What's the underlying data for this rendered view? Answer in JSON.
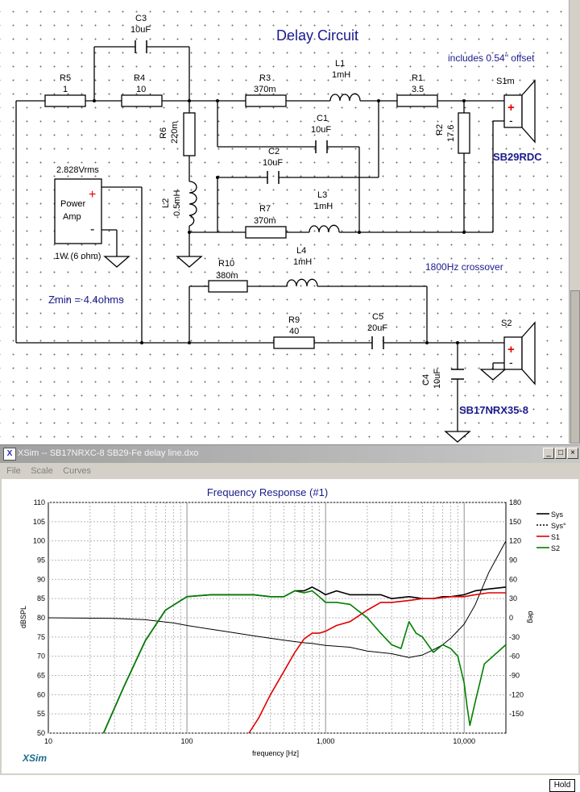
{
  "schematic": {
    "title": "Delay Circuit",
    "offset_note": "includes 0.54\" offset",
    "crossover_note": "1800Hz crossover",
    "zmin": "Zmin = 4.4ohms",
    "amp": {
      "voltage": "2.828Vrms",
      "line1": "Power",
      "line2": "Amp",
      "plus": "+",
      "minus": "-",
      "power": "1W (6 ohm)"
    },
    "components": {
      "R5": {
        "name": "R5",
        "value": "1"
      },
      "R4": {
        "name": "R4",
        "value": "10"
      },
      "C3": {
        "name": "C3",
        "value": "10uF"
      },
      "R6": {
        "name": "R6",
        "value": "220m"
      },
      "L2": {
        "name": "L2",
        "value": "0.5mH"
      },
      "R3": {
        "name": "R3",
        "value": "370m"
      },
      "L1": {
        "name": "L1",
        "value": "1mH"
      },
      "R1": {
        "name": "R1",
        "value": "3.5"
      },
      "C1": {
        "name": "C1",
        "value": "10uF"
      },
      "C2": {
        "name": "C2",
        "value": "10uF"
      },
      "R2": {
        "name": "R2",
        "value": "17.6"
      },
      "R7": {
        "name": "R7",
        "value": "370m"
      },
      "L3": {
        "name": "L3",
        "value": "1mH"
      },
      "R10": {
        "name": "R10",
        "value": "380m"
      },
      "L4": {
        "name": "L4",
        "value": "1mH"
      },
      "R9": {
        "name": "R9",
        "value": "40"
      },
      "C5": {
        "name": "C5",
        "value": "20uF"
      },
      "C4": {
        "name": "C4",
        "value": "10uF"
      }
    },
    "speakers": {
      "S1": {
        "ref": "S1m",
        "model": "SB29RDC",
        "plus": "+",
        "minus": "-"
      },
      "S2": {
        "ref": "S2",
        "model": "SB17NRX35-8",
        "plus": "+",
        "minus": "-"
      }
    }
  },
  "window": {
    "icon": "xsim-app-icon",
    "title": "XSim -- SB17NRXC-8 SB29-Fe  delay line.dxo",
    "buttons": {
      "minimize": "_",
      "maximize": "□",
      "close": "×"
    },
    "menu": [
      "File",
      "Scale",
      "Curves"
    ],
    "hold_label": "Hold",
    "logo": "XSim"
  },
  "chart_data": {
    "type": "line",
    "title": "Frequency Response (#1)",
    "xlabel": "frequency [Hz]",
    "ylabel": "dBSPL",
    "y2label": "deg",
    "xscale": "log",
    "xlim": [
      10,
      20000
    ],
    "ylim": [
      50,
      110
    ],
    "y2lim": [
      -180,
      180
    ],
    "x_ticks": [
      "10",
      "100",
      "1,000",
      "10,000"
    ],
    "y_ticks": [
      "110",
      "105",
      "100",
      "95",
      "90",
      "85",
      "80",
      "75",
      "70",
      "65",
      "60",
      "55",
      "50"
    ],
    "y2_ticks": [
      "180",
      "150",
      "120",
      "90",
      "60",
      "30",
      "0",
      "-30",
      "-60",
      "-90",
      "-120",
      "-150"
    ],
    "grid": true,
    "legend_position": "top-right",
    "series": [
      {
        "name": "Sys",
        "color": "#000000",
        "style": "solid",
        "axis": "left",
        "x": [
          25,
          35,
          50,
          70,
          100,
          150,
          200,
          300,
          400,
          500,
          600,
          700,
          800,
          900,
          1000,
          1200,
          1500,
          2000,
          2500,
          3000,
          4000,
          5000,
          6000,
          7000,
          8000,
          10000,
          12000,
          15000,
          20000
        ],
        "y": [
          50,
          62,
          74,
          82,
          85.5,
          86,
          86,
          86,
          85.5,
          85.5,
          87,
          87,
          88,
          87,
          86,
          87,
          86,
          86,
          86,
          85,
          85.5,
          85,
          85,
          85.5,
          85.5,
          86,
          87,
          87.5,
          88
        ]
      },
      {
        "name": "Sys°",
        "color": "#000000",
        "style": "dotted",
        "axis": "right",
        "x": [
          10,
          30,
          50,
          80,
          100,
          150,
          200,
          300,
          500,
          700,
          800,
          1000,
          1500,
          2000,
          3000,
          4000,
          5000,
          6000,
          7000,
          8000,
          10000,
          12000,
          15000,
          20000
        ],
        "y": [
          0,
          -1,
          -3,
          -8,
          -12,
          -18,
          -22,
          -28,
          -35,
          -39,
          -40,
          -43,
          -46,
          -52,
          -56,
          -62,
          -58,
          -50,
          -42,
          -32,
          -10,
          20,
          70,
          120
        ]
      },
      {
        "name": "S1",
        "color": "#e00000",
        "style": "solid",
        "axis": "left",
        "x": [
          280,
          330,
          400,
          500,
          600,
          700,
          800,
          900,
          1000,
          1200,
          1500,
          2000,
          2500,
          3000,
          4000,
          5000,
          6000,
          8000,
          10000,
          12000,
          15000,
          20000
        ],
        "y": [
          50,
          54,
          60,
          66,
          71,
          74.5,
          76,
          76,
          76.5,
          78,
          79,
          82,
          84,
          84,
          84.5,
          85,
          85,
          85.5,
          85.5,
          86,
          86.5,
          86.5
        ]
      },
      {
        "name": "S2",
        "color": "#008000",
        "style": "solid",
        "axis": "left",
        "x": [
          25,
          35,
          50,
          70,
          100,
          150,
          200,
          300,
          400,
          500,
          600,
          700,
          800,
          900,
          1000,
          1200,
          1500,
          2000,
          2500,
          3000,
          3500,
          4000,
          4500,
          5000,
          6000,
          7000,
          8000,
          9000,
          10000,
          10500,
          11000,
          12000,
          14000,
          20000
        ],
        "y": [
          50,
          62,
          74,
          82,
          85.5,
          86,
          86,
          86,
          85.5,
          85.5,
          87,
          86.5,
          87,
          85.5,
          84,
          84,
          83.5,
          80,
          76,
          73,
          72,
          79,
          76,
          75,
          71,
          73,
          72,
          70,
          63,
          57,
          52,
          58,
          68,
          73
        ]
      }
    ]
  }
}
